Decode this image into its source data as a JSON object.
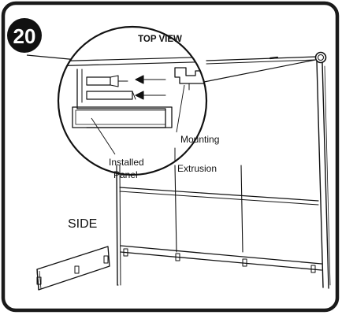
{
  "step": {
    "number": "20"
  },
  "labels": {
    "top_view": "TOP VIEW",
    "side": "SIDE",
    "installed_panel_line1": "Installed",
    "installed_panel_line2": "Panel",
    "mounting_extrusion_line1": "Mounting",
    "mounting_extrusion_line2": "Extrusion"
  },
  "colors": {
    "ink": "#111111",
    "frame": "#1a1a1a",
    "background": "#ffffff"
  }
}
